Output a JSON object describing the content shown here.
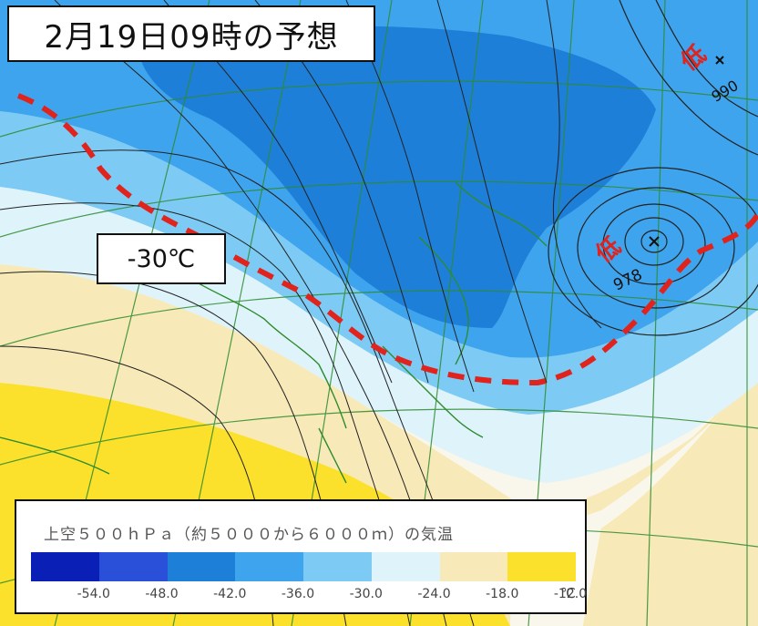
{
  "title": "2月19日09時の予想",
  "isotherm_label": "-30℃",
  "pressure_systems": [
    {
      "kanji": "低",
      "value": "990"
    },
    {
      "kanji": "低",
      "value": "978"
    }
  ],
  "legend": {
    "title": "上空５００ｈＰａ（約５０００から６０００ｍ）の気温",
    "unit": "℃",
    "ticks": [
      "-54.0",
      "-48.0",
      "-42.0",
      "-36.0",
      "-30.0",
      "-24.0",
      "-18.0",
      "-12.0"
    ],
    "colors": [
      "#0a1fb5",
      "#2a4fd8",
      "#1e7fd9",
      "#3fa4ee",
      "#7dcaf5",
      "#dff3fb",
      "#f7e9b8",
      "#fbe12c"
    ]
  },
  "colors": {
    "isotherm_line": "#e0231c",
    "low_label": "#e0231c",
    "map_grid": "#2e8b2e",
    "isobar": "#222222"
  }
}
